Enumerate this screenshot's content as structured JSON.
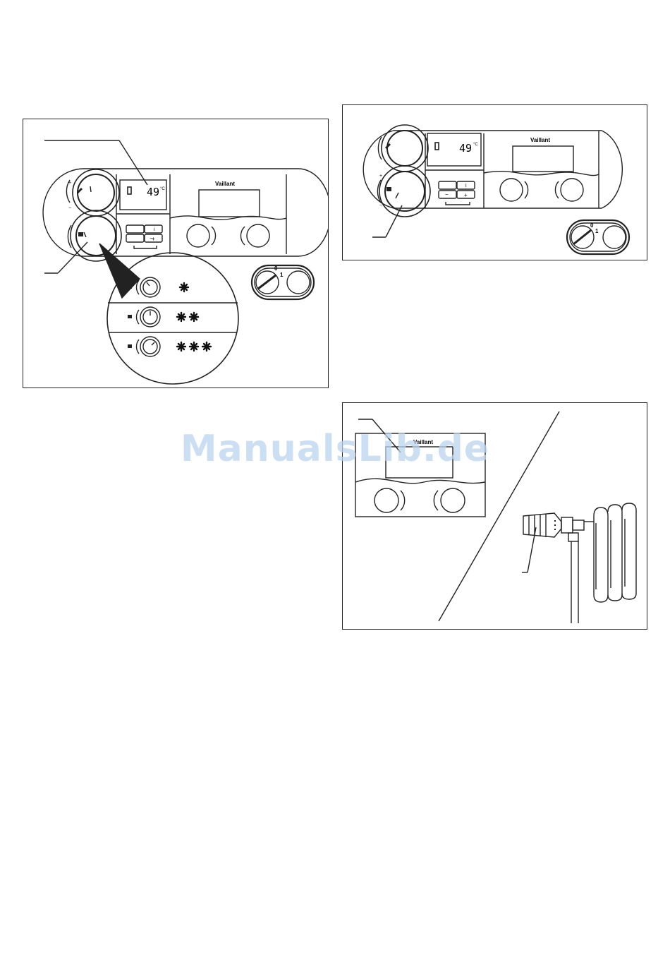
{
  "watermark": "ManualsLib.de",
  "brand": "Vaillant",
  "display": {
    "temperature": "49",
    "unit": "°C"
  },
  "buttons": {
    "minus": "−",
    "plus": "+",
    "info": "i"
  },
  "switch": {
    "off": "0",
    "on": "1"
  },
  "knob_scale": {
    "plus": "+",
    "minus": "−"
  },
  "figures": [
    {
      "name": "figure-1",
      "content": "control panel with heating knob zoom"
    },
    {
      "name": "figure-2",
      "content": "control panel with heating knob"
    },
    {
      "name": "figure-3",
      "content": "room controller and thermostatic radiator valve"
    }
  ],
  "colors": {
    "line": "#222222",
    "background": "#ffffff",
    "watermark": "#bcd4ee"
  }
}
